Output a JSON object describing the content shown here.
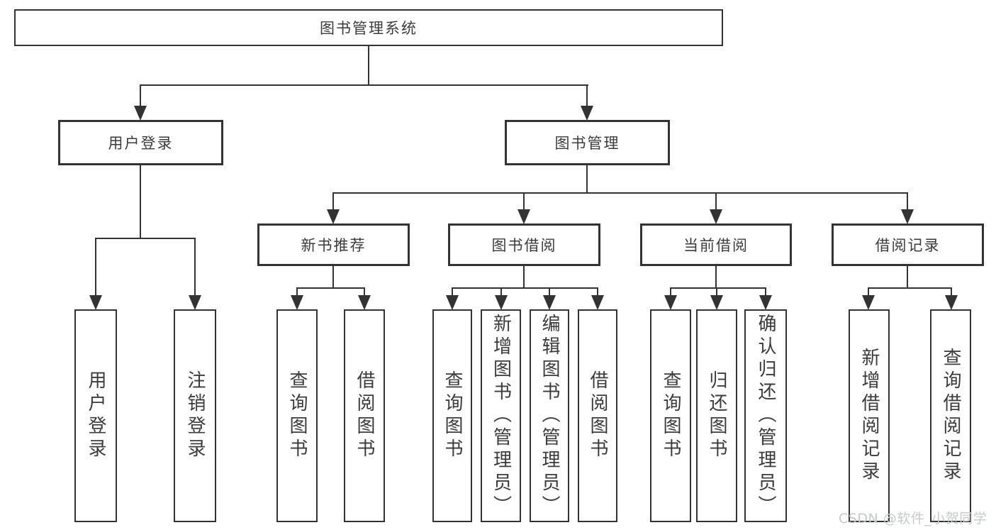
{
  "colors": {
    "line": "#333333",
    "text": "#3b3b3b",
    "watermark": "#c5c8cc"
  },
  "watermark": {
    "text": "CSDN @软件_小贺同学"
  },
  "tree": {
    "label": "图书管理系统",
    "children": [
      {
        "label": "用户登录",
        "children": [
          {
            "label": "用户登录"
          },
          {
            "label": "注销登录"
          }
        ]
      },
      {
        "label": "图书管理",
        "children": [
          {
            "label": "新书推荐",
            "children": [
              {
                "label": "查询图书"
              },
              {
                "label": "借阅图书"
              }
            ]
          },
          {
            "label": "图书借阅",
            "children": [
              {
                "label": "查询图书"
              },
              {
                "label": "新增图书（管理员）"
              },
              {
                "label": "编辑图书（管理员）"
              },
              {
                "label": "借阅图书"
              }
            ]
          },
          {
            "label": "当前借阅",
            "children": [
              {
                "label": "查询图书"
              },
              {
                "label": "归还图书"
              },
              {
                "label": "确认归还（管理员）"
              }
            ]
          },
          {
            "label": "借阅记录",
            "children": [
              {
                "label": "新增借阅记录"
              },
              {
                "label": "查询借阅记录"
              }
            ]
          }
        ]
      }
    ]
  }
}
